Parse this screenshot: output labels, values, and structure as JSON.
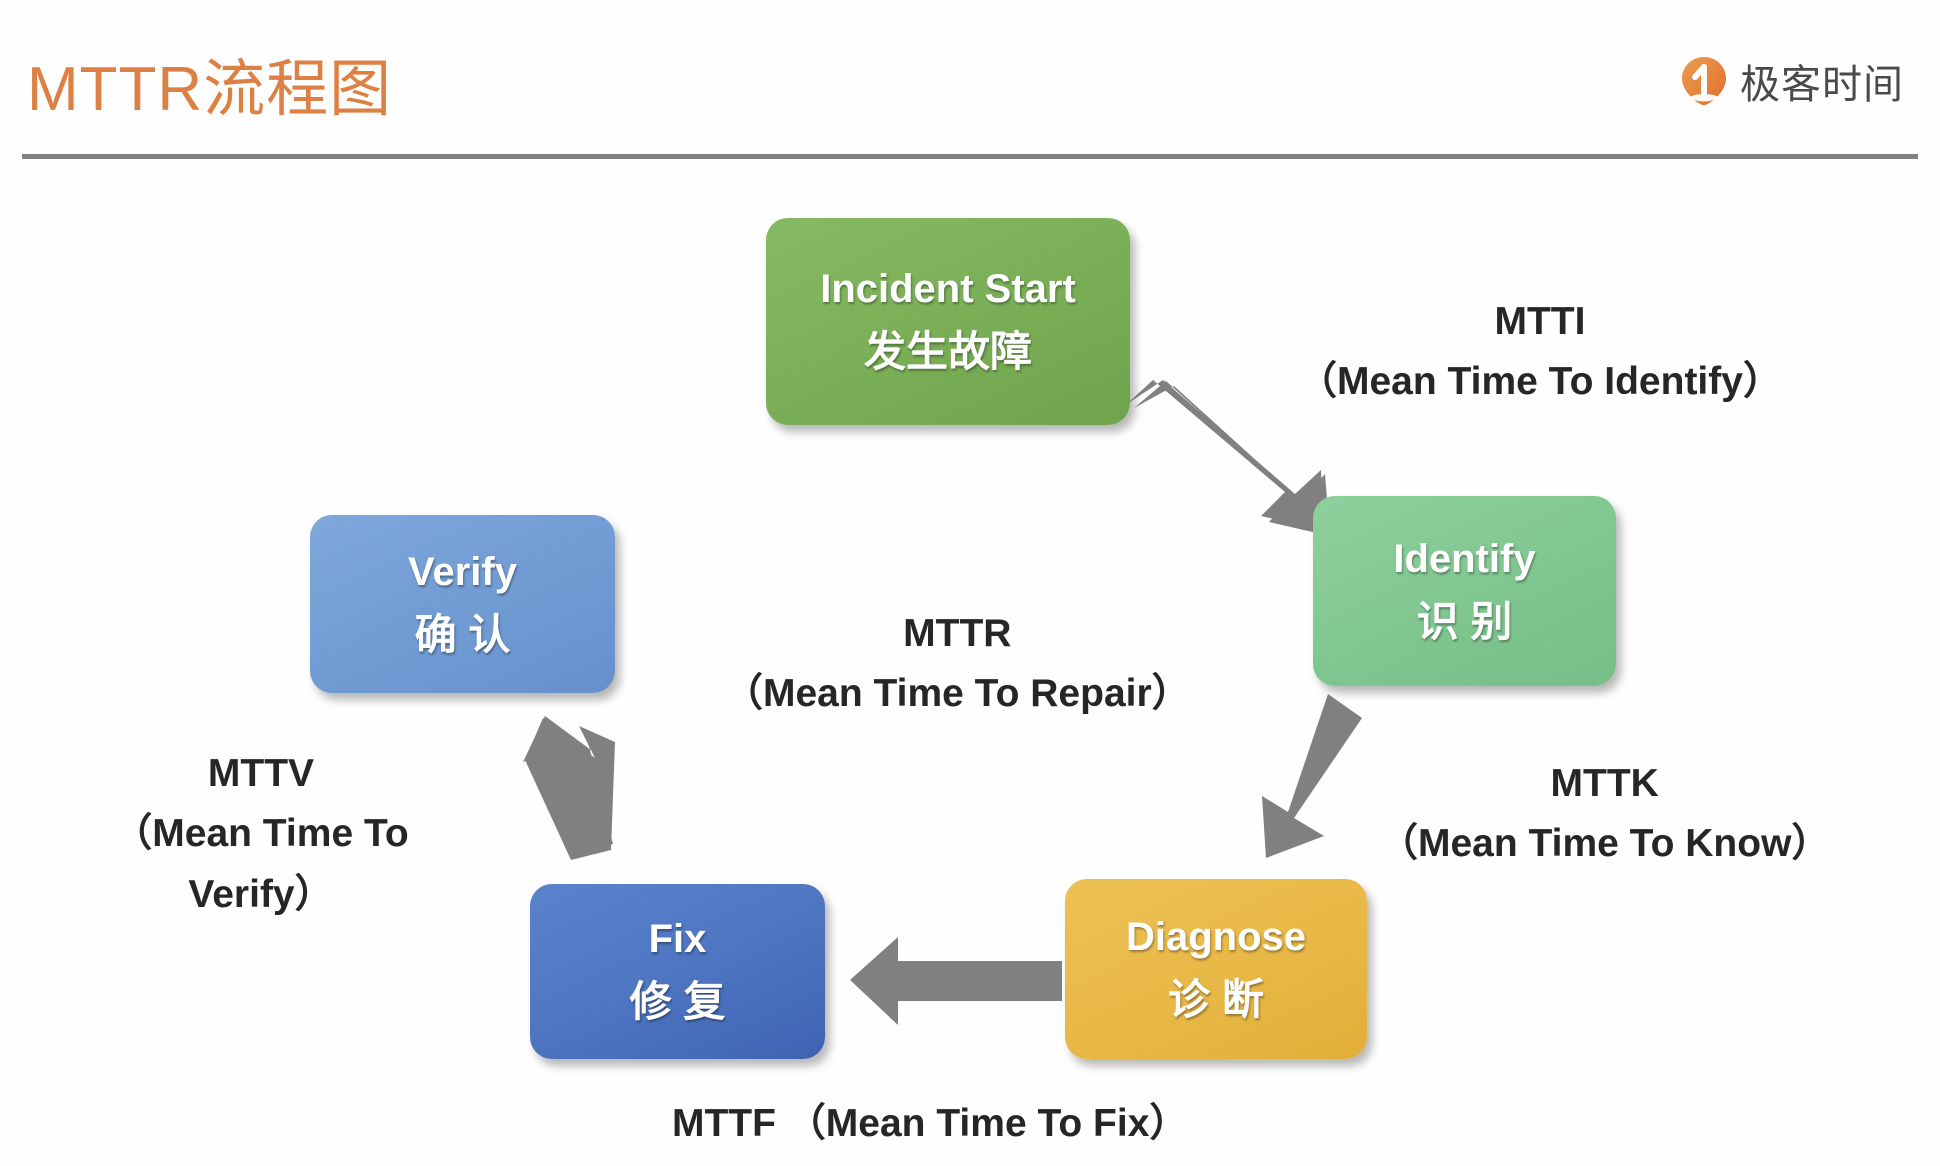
{
  "header": {
    "title": "MTTR流程图",
    "title_color": "#DD8043",
    "logo_text": "极客时间",
    "logo_icon": "geektime-pin-icon",
    "logo_color": "#E8793A",
    "rule_color": "#808080"
  },
  "diagram": {
    "type": "cycle-flow",
    "nodes": [
      {
        "id": "incident",
        "en": "Incident Start",
        "zh": "发生故障",
        "color": "#79AE56"
      },
      {
        "id": "identify",
        "en": "Identify",
        "zh": "识 别",
        "color": "#80C690"
      },
      {
        "id": "diagnose",
        "en": "Diagnose",
        "zh": "诊 断",
        "color": "#E8B846"
      },
      {
        "id": "fix",
        "en": "Fix",
        "zh": "修 复",
        "color": "#4D74C0"
      },
      {
        "id": "verify",
        "en": "Verify",
        "zh": "确 认",
        "color": "#709BD3"
      }
    ],
    "arrows": [
      {
        "id": "incident-to-identify",
        "from": "incident",
        "to": "identify",
        "direction": "down-right",
        "color": "#808080"
      },
      {
        "id": "identify-to-diagnose",
        "from": "identify",
        "to": "diagnose",
        "direction": "down-left",
        "color": "#808080"
      },
      {
        "id": "diagnose-to-fix",
        "from": "diagnose",
        "to": "fix",
        "direction": "left",
        "color": "#808080"
      },
      {
        "id": "fix-to-verify",
        "from": "fix",
        "to": "verify",
        "direction": "up",
        "color": "#808080"
      }
    ],
    "captions": {
      "mtti": {
        "abbr": "MTTI",
        "full": "（Mean Time To Identify）"
      },
      "mttk": {
        "abbr": "MTTK",
        "full": "（Mean Time To Know）"
      },
      "mttr": {
        "abbr": "MTTR",
        "full": "（Mean Time To Repair）"
      },
      "mttv": {
        "abbr": "MTTV",
        "full": "（Mean Time To Verify）"
      },
      "mttf": {
        "line": "MTTF （Mean Time To Fix）"
      }
    }
  }
}
